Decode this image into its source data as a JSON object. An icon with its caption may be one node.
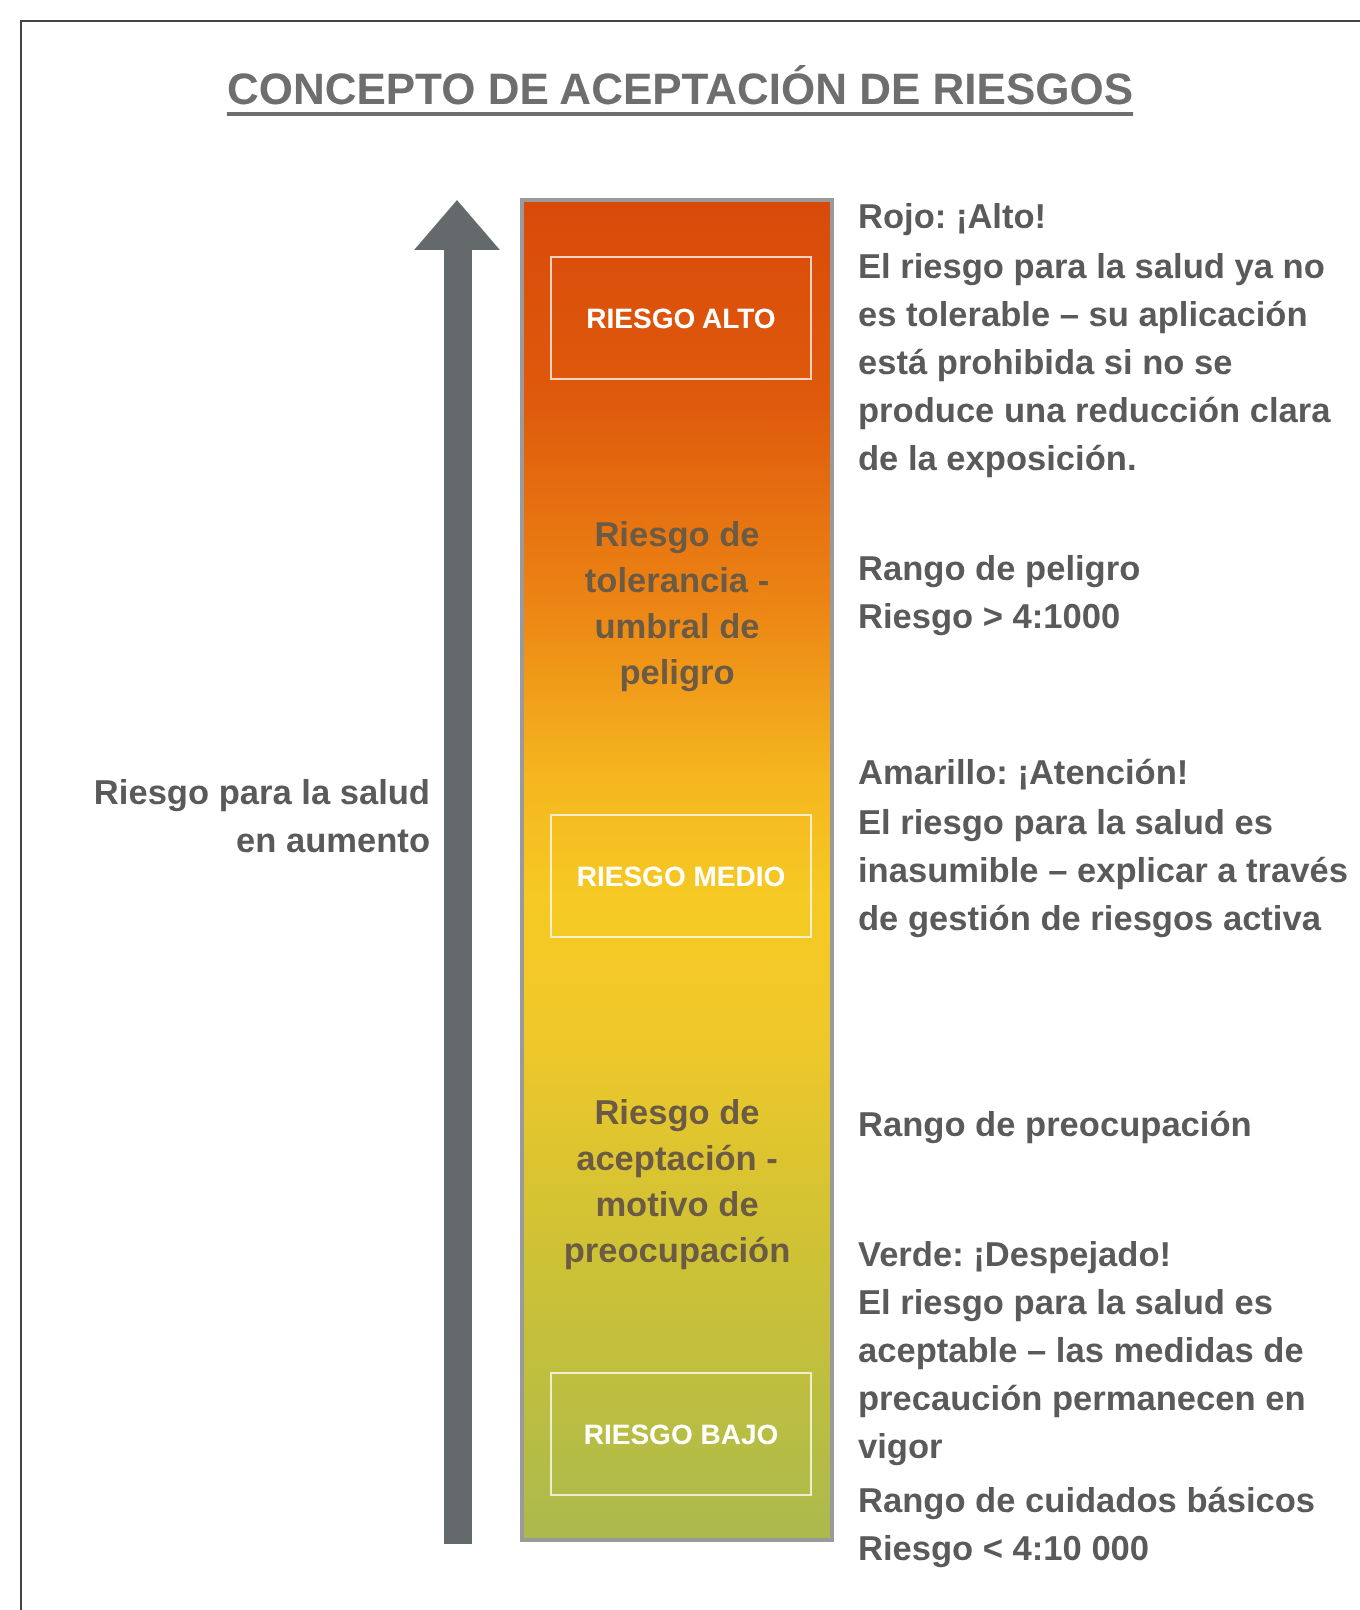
{
  "diagram": {
    "title": "CONCEPTO DE ACEPTACIÓN DE RIESGOS",
    "nodes": [
      {
        "text": [
          "Riesgo de tolerancia - umbral de peligro",
          "Riesgo de aceptación - motivo de preocupación"
        ]
      },
      {
        "text": [
          "RIESGO ALTO"
        ],
        "in": 0
      },
      {
        "text": [
          "RIESGO MEDIO"
        ],
        "in": 0
      },
      {
        "text": [
          "RIESGO BAJO"
        ],
        "in": 0
      }
    ],
    "labels": [
      "Riesgo para la salud en aumento",
      "Rojo: ¡Alto!",
      "El riesgo para la salud ya no es tolerable – su aplicación está prohibida si no se produce una reducción clara de la exposición.",
      "Rango de peligro",
      "Riesgo > 4:1000",
      "Amarillo: ¡Atención!",
      "El riesgo para la salud es inasumible – explicar a través de gestión de riesgos activa",
      "Rango de preocupación",
      "Verde: ¡Despejado!",
      "El riesgo para la salud es aceptable – las medidas de precaución permanecen en vigor",
      "Rango de cuidados básicos",
      "Riesgo < 4:10 000"
    ]
  }
}
